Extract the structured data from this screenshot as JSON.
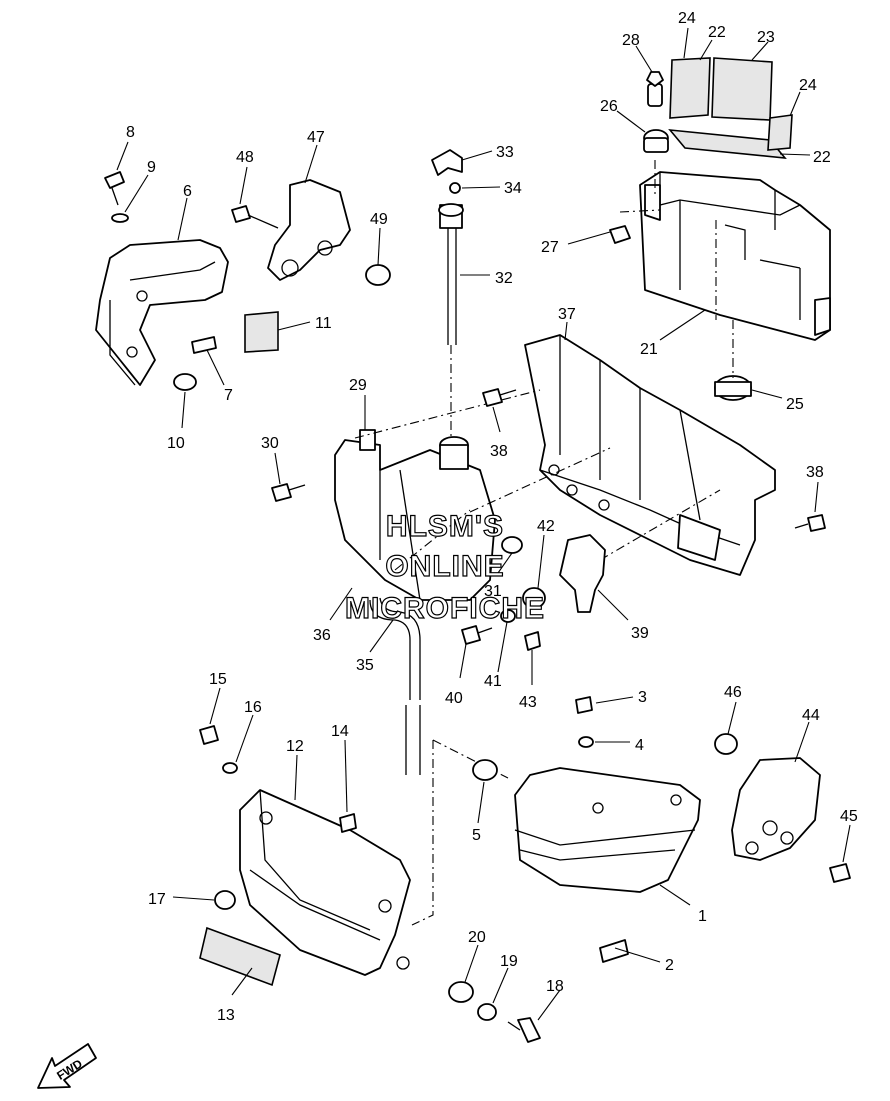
{
  "watermark": [
    "HLSM'S",
    "ONLINE",
    "MICROFICHE"
  ],
  "direction_label": "FWD",
  "callouts": [
    {
      "n": "1",
      "label": "1",
      "part": "side-cover-right"
    },
    {
      "n": "2",
      "label": "2",
      "part": "clip"
    },
    {
      "n": "3",
      "label": "3",
      "part": "screw"
    },
    {
      "n": "4",
      "label": "4",
      "part": "washer"
    },
    {
      "n": "5",
      "label": "5",
      "part": "grommet"
    },
    {
      "n": "6",
      "label": "6",
      "part": "cover-front"
    },
    {
      "n": "7",
      "label": "7",
      "part": "damper"
    },
    {
      "n": "8",
      "label": "8",
      "part": "bolt"
    },
    {
      "n": "9",
      "label": "9",
      "part": "washer"
    },
    {
      "n": "10",
      "label": "10",
      "part": "grommet"
    },
    {
      "n": "11",
      "label": "11",
      "part": "label"
    },
    {
      "n": "12",
      "label": "12",
      "part": "side-cover-left"
    },
    {
      "n": "13",
      "label": "13",
      "part": "emblem"
    },
    {
      "n": "14",
      "label": "14",
      "part": "screw"
    },
    {
      "n": "15",
      "label": "15",
      "part": "screw"
    },
    {
      "n": "16",
      "label": "16",
      "part": "washer"
    },
    {
      "n": "17",
      "label": "17",
      "part": "grommet"
    },
    {
      "n": "18",
      "label": "18",
      "part": "bolt"
    },
    {
      "n": "19",
      "label": "19",
      "part": "collar"
    },
    {
      "n": "20",
      "label": "20",
      "part": "grommet"
    },
    {
      "n": "21",
      "label": "21",
      "part": "battery-box"
    },
    {
      "n": "22",
      "label": "22",
      "part": "pad"
    },
    {
      "n": "22",
      "label": "22",
      "part": "pad"
    },
    {
      "n": "23",
      "label": "23",
      "part": "pad"
    },
    {
      "n": "24",
      "label": "24",
      "part": "pad"
    },
    {
      "n": "24",
      "label": "24",
      "part": "pad"
    },
    {
      "n": "25",
      "label": "25",
      "part": "grommet"
    },
    {
      "n": "26",
      "label": "26",
      "part": "grommet"
    },
    {
      "n": "27",
      "label": "27",
      "part": "collar"
    },
    {
      "n": "28",
      "label": "28",
      "part": "bolt"
    },
    {
      "n": "29",
      "label": "29",
      "part": "reservoir-tank"
    },
    {
      "n": "30",
      "label": "30",
      "part": "bolt"
    },
    {
      "n": "31",
      "label": "31",
      "part": "collar"
    },
    {
      "n": "32",
      "label": "32",
      "part": "hose"
    },
    {
      "n": "33",
      "label": "33",
      "part": "cap"
    },
    {
      "n": "34",
      "label": "34",
      "part": "clip"
    },
    {
      "n": "35",
      "label": "35",
      "part": "hose"
    },
    {
      "n": "36",
      "label": "36",
      "part": "clip"
    },
    {
      "n": "37",
      "label": "37",
      "part": "bracket"
    },
    {
      "n": "38",
      "label": "38",
      "part": "bolt"
    },
    {
      "n": "38",
      "label": "38",
      "part": "bolt"
    },
    {
      "n": "39",
      "label": "39",
      "part": "bracket"
    },
    {
      "n": "40",
      "label": "40",
      "part": "bolt"
    },
    {
      "n": "41",
      "label": "41",
      "part": "collar"
    },
    {
      "n": "42",
      "label": "42",
      "part": "grommet"
    },
    {
      "n": "43",
      "label": "43",
      "part": "screw"
    },
    {
      "n": "44",
      "label": "44",
      "part": "cover"
    },
    {
      "n": "45",
      "label": "45",
      "part": "bolt"
    },
    {
      "n": "46",
      "label": "46",
      "part": "grommet"
    },
    {
      "n": "47",
      "label": "47",
      "part": "bracket"
    },
    {
      "n": "48",
      "label": "48",
      "part": "bolt"
    },
    {
      "n": "49",
      "label": "49",
      "part": "grommet"
    }
  ]
}
